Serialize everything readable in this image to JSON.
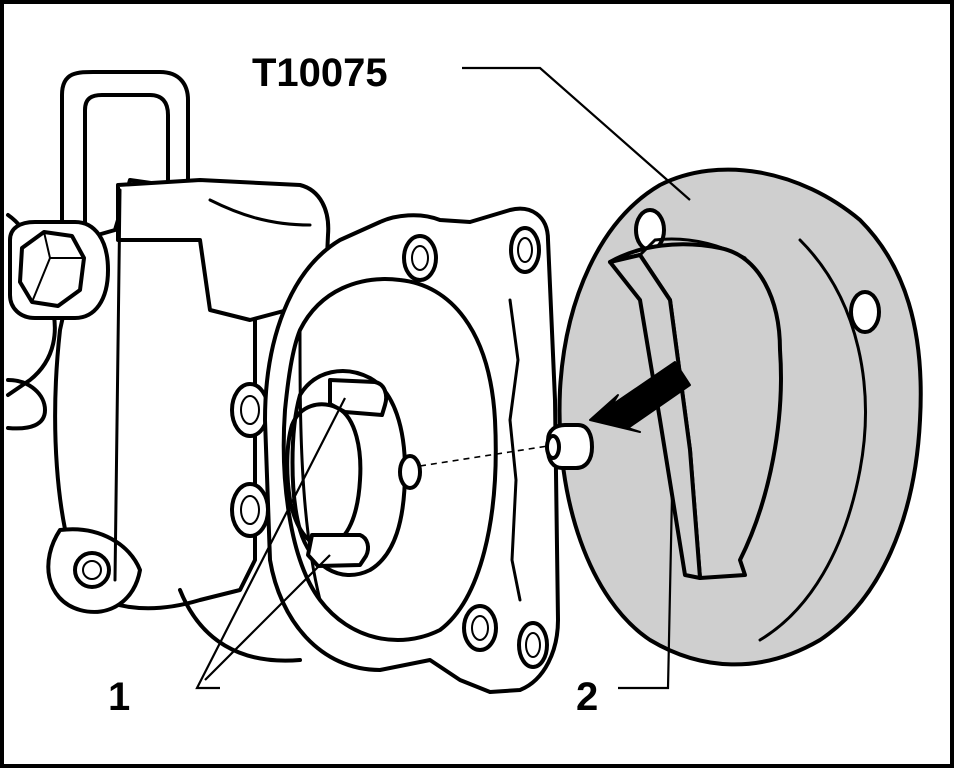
{
  "labels": {
    "tool": "T10075",
    "part1": "1",
    "part2": "2"
  },
  "colors": {
    "line": "#000000",
    "tool_fill": "#cfcfcf",
    "background": "#ffffff"
  }
}
